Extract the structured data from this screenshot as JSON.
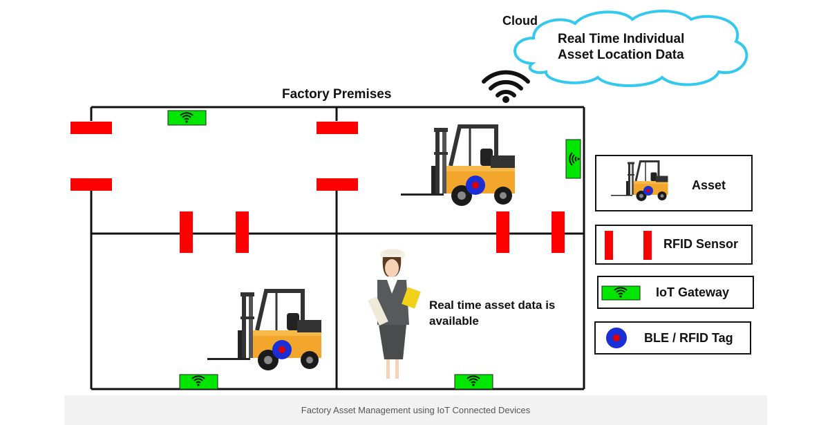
{
  "cloud": {
    "title": "Cloud",
    "text_line1": "Real Time Individual",
    "text_line2": "Asset Location Data"
  },
  "premises_label": "Factory Premises",
  "worker_text": {
    "line1": "Real time asset data is",
    "line2": "available"
  },
  "legend": {
    "asset": "Asset",
    "rfid_sensor": "RFID Sensor",
    "iot_gateway": "IoT Gateway",
    "tag": "BLE / RFID Tag"
  },
  "caption": "Factory Asset Management using IoT Connected Devices",
  "colors": {
    "sensor_red": "#ff0000",
    "gateway_green": "#00e600",
    "tag_blue": "#1a2fd6",
    "tag_center": "#e00000",
    "cloud_outline": "#33c9ee",
    "forklift_body": "#f2a62b",
    "wall": "#111111"
  },
  "icons": [
    "wifi-icon",
    "forklift-icon",
    "worker-icon",
    "gateway-icon",
    "tag-icon"
  ]
}
